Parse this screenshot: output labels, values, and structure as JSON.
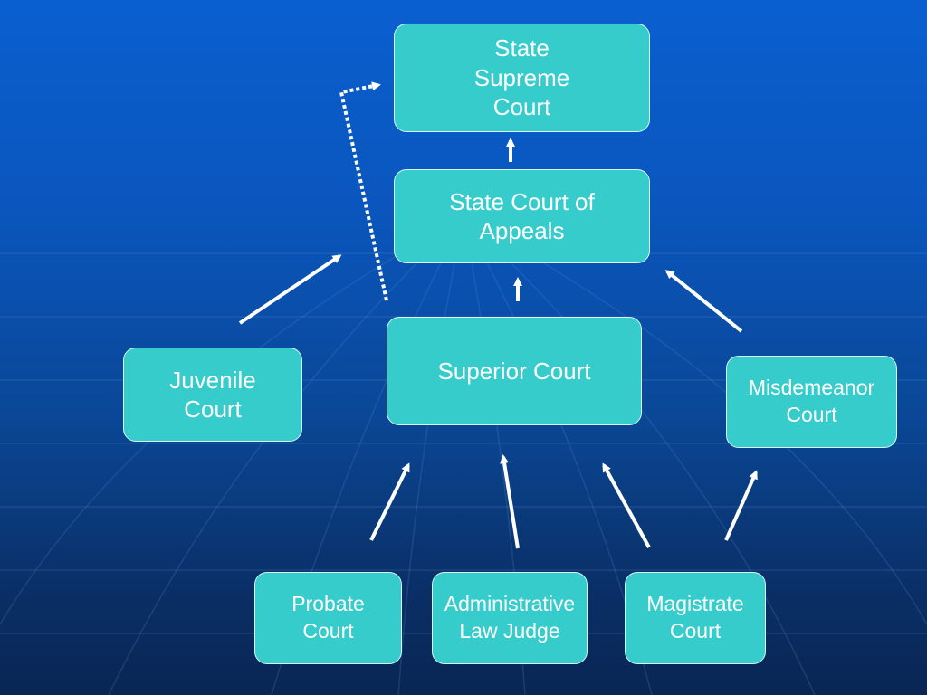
{
  "courts": {
    "supreme": "State\nSupreme\nCourt",
    "appeals": "State Court of\nAppeals",
    "superior": "Superior Court",
    "juvenile": "Juvenile\nCourt",
    "misdemeanor": "Misdemeanor\nCourt",
    "probate": "Probate\nCourt",
    "admin_law": "Administrative\nLaw Judge",
    "magistrate": "Magistrate\nCourt"
  },
  "colors": {
    "box_fill": "#37cccc",
    "box_border": "#d8f4f6",
    "arrow": "#ffffff",
    "background_top": "#0a5fd0",
    "background_bottom": "#092654"
  }
}
